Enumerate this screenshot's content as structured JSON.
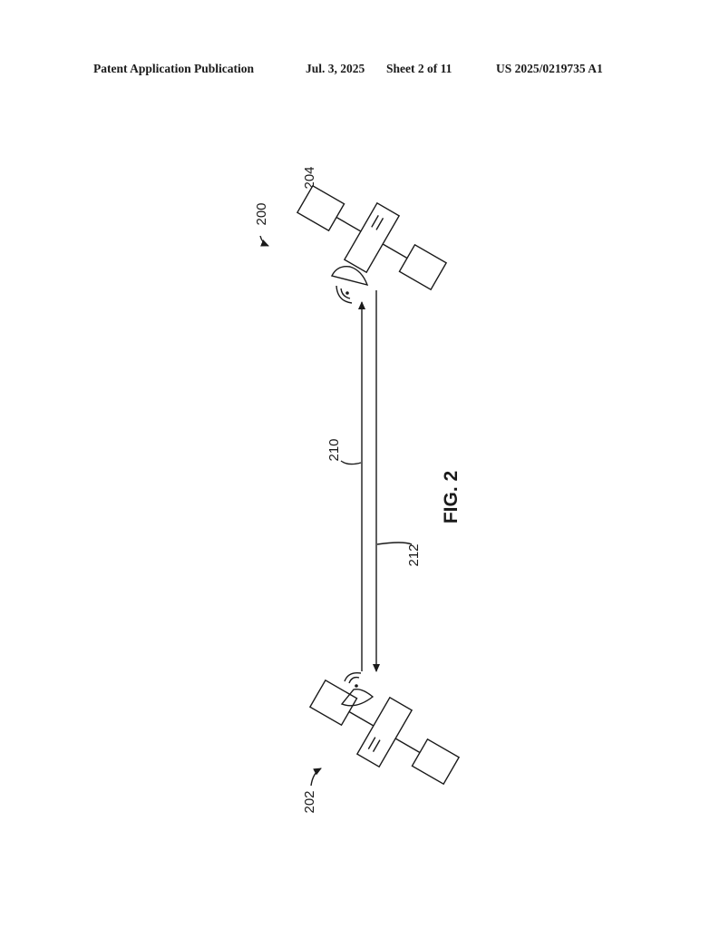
{
  "header": {
    "publication": "Patent Application Publication",
    "date": "Jul. 3, 2025",
    "sheet": "Sheet 2 of 11",
    "number": "US 2025/0219735 A1"
  },
  "figure": {
    "label": "FIG. 2",
    "system_ref": "200",
    "satellite_top_ref": "204",
    "satellite_bottom_ref": "202",
    "link_up_ref": "210",
    "link_down_ref": "212"
  }
}
